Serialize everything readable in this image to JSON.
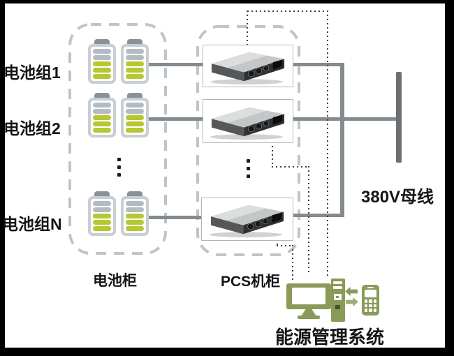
{
  "diagram": {
    "title_hint": "battery energy storage system architecture",
    "battery_groups": [
      {
        "label": "电池组1"
      },
      {
        "label": "电池组2"
      },
      {
        "label": "电池组N"
      }
    ],
    "battery_cabinet_label": "电池柜",
    "pcs_cabinet_label": "PCS机柜",
    "bus_label": "380V母线",
    "ems_label": "能源管理系统",
    "colors": {
      "power_line": "#848b8e",
      "bus_bar": "#6b7073",
      "dashed_cabinet_border": "#bcc5cc",
      "comm_dotted_line": "#3f3f3f",
      "battery_level_green": "#b5c832",
      "battery_bar_gray": "#b3bcc2",
      "battery_body_gray": "#c9ced2",
      "battery_cap_gray": "#8a9297",
      "ems_olive": "#8a9a58",
      "text": "#151515",
      "frame": "#000000",
      "background": "#ffffff"
    },
    "icons": {
      "battery": "battery-icon",
      "pcs_device": "pcs-device-icon",
      "monitor": "monitor-icon",
      "computer_tower": "computer-tower-icon",
      "sync_arrows": "sync-arrows-icon",
      "mobile_phone": "mobile-phone-icon",
      "vertical_ellipsis": "vertical-ellipsis-icon"
    }
  }
}
